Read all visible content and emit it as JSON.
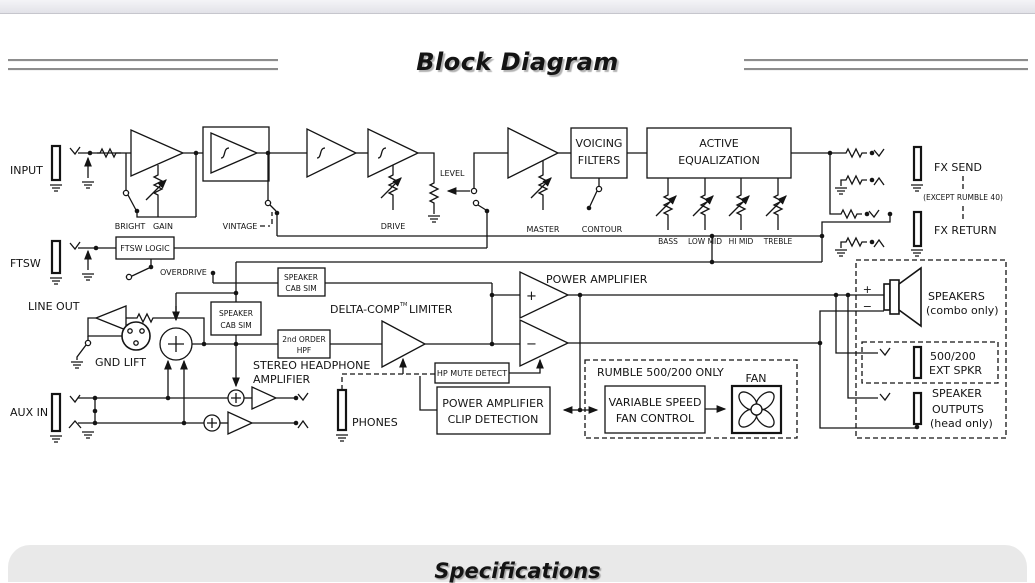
{
  "title": "Block Diagram",
  "footer_title": "Specifications",
  "diagram": {
    "labels": {
      "input": "INPUT",
      "ftsw": "FTSW",
      "line_out": "LINE OUT",
      "gnd_lift": "GND LIFT",
      "aux_in": "AUX IN",
      "bright": "BRIGHT",
      "gain": "GAIN",
      "vintage": "VINTAGE",
      "drive": "DRIVE",
      "level": "LEVEL",
      "master": "MASTER",
      "contour": "CONTOUR",
      "voicing_l1": "VOICING",
      "voicing_l2": "FILTERS",
      "active_l1": "ACTIVE",
      "active_l2": "EQUALIZATION",
      "bass": "BASS",
      "low_mid": "LOW MID",
      "hi_mid": "HI MID",
      "treble": "TREBLE",
      "fx_send": "FX SEND",
      "fx_except": "(EXCEPT RUMBLE 40)",
      "fx_return": "FX RETURN",
      "ftsw_logic": "FTSW LOGIC",
      "overdrive": "OVERDRIVE",
      "cab_sim1_l1": "SPEAKER",
      "cab_sim1_l2": "CAB SIM",
      "cab_sim2_l1": "SPEAKER",
      "cab_sim2_l2": "CAB SIM",
      "hpf_l1": "2nd ORDER",
      "hpf_l2": "HPF",
      "limiter_name": "DELTA-COMP",
      "limiter_tm": "TM",
      "limiter_word": "LIMITER",
      "stereo_hp_l1": "STEREO HEADPHONE",
      "stereo_hp_l2": "AMPLIFIER",
      "phones": "PHONES",
      "power_amp": "POWER AMPLIFIER",
      "plus": "+",
      "minus": "−",
      "hp_mute": "HP MUTE DETECT",
      "clip_l1": "POWER AMPLIFIER",
      "clip_l2": "CLIP DETECTION",
      "rumble_only": "RUMBLE 500/200 ONLY",
      "fan_l1": "VARIABLE SPEED",
      "fan_l2": "FAN CONTROL",
      "fan": "FAN",
      "spk_plus": "+",
      "spk_minus": "−",
      "speakers_l1": "SPEAKERS",
      "speakers_l2": "(combo only)",
      "ext_l1": "500/200",
      "ext_l2": "EXT SPKR",
      "out_l1": "SPEAKER",
      "out_l2": "OUTPUTS",
      "out_l3": "(head only)"
    }
  }
}
